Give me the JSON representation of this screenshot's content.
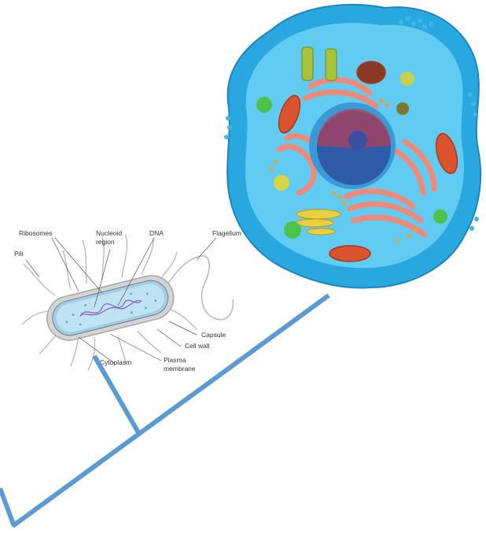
{
  "prokaryote": {
    "labels": {
      "ribosomes": "Ribosomes",
      "nucleoid_line1": "Nucleoid",
      "nucleoid_line2": "region",
      "dna": "DNA",
      "flagellum": "Flagellum",
      "pili": "Pili",
      "capsule": "Capsule",
      "cell_wall": "Cell wall",
      "cytoplasm": "Cytoplasm",
      "plasma_membrane_line1": "Plasma",
      "plasma_membrane_line2": "membrane"
    }
  },
  "colors": {
    "tree_branch": "#5b9bd5",
    "eukaryote_membrane": "#29a8e0",
    "eukaryote_cytoplasm": "#5cc8f0",
    "nucleus": "#2e5aa8",
    "endoplasmic_reticulum": "#f08a78",
    "mitochondria": "#d9532e",
    "prokaryote_cytoplasm": "#bfe3f2",
    "dna_strand": "#8a68c8"
  }
}
